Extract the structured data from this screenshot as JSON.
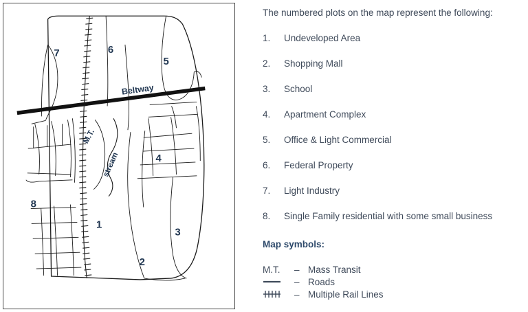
{
  "map": {
    "title": "zoning-plot-map",
    "road_label": "Beltway",
    "transit_label": "M.T.",
    "stream_label": "stream",
    "plot_numbers": [
      "1",
      "2",
      "3",
      "4",
      "5",
      "6",
      "7",
      "8"
    ]
  },
  "legend": {
    "intro": "The numbered plots on the map represent the following:",
    "plots": [
      {
        "index": "1.",
        "label": "Undeveloped Area"
      },
      {
        "index": "2.",
        "label": "Shopping Mall"
      },
      {
        "index": "3.",
        "label": "School"
      },
      {
        "index": "4.",
        "label": "Apartment Complex"
      },
      {
        "index": "5.",
        "label": "Office & Light Commercial"
      },
      {
        "index": "6.",
        "label": "Federal Property"
      },
      {
        "index": "7.",
        "label": "Light Industry"
      },
      {
        "index": "8.",
        "label": "Single Family residential with some small business"
      }
    ],
    "symbols_title": "Map symbols:",
    "symbols": [
      {
        "key": "M.T.",
        "glyph": "text",
        "dash": "–",
        "label": "Mass Transit"
      },
      {
        "key": "",
        "glyph": "road-line",
        "dash": "–",
        "label": "Roads"
      },
      {
        "key": "",
        "glyph": "rail-hatch",
        "dash": "–",
        "label": "Multiple Rail Lines"
      }
    ]
  },
  "colors": {
    "text": "#3f4a5a",
    "heading": "#2e4a6b",
    "number": "#1f3550",
    "frame": "#4a4a4a",
    "ink": "#1a1a1a"
  }
}
